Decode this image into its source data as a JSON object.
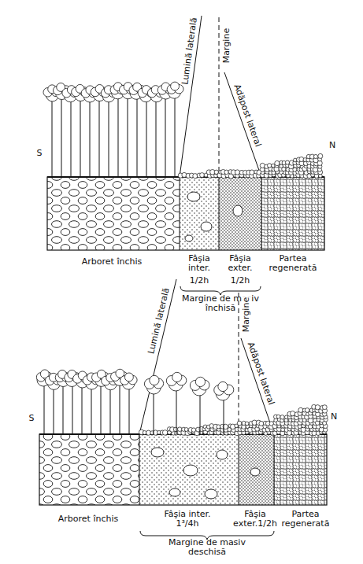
{
  "diagram": {
    "labels": [
      "Lumină laterală",
      "Margine",
      "Adăpost lateral",
      "S",
      "N",
      "Arboret închis",
      "Fâşia inter.",
      "Fâşia exter.",
      "1/2h",
      "1/2h",
      "Partea regenerată",
      "Margine de masiv închisă",
      "Lumină laterală",
      "Margine",
      "Adăpost lateral",
      "S",
      "N",
      "Arboret închis",
      "Fâşia inter. 1³/4h",
      "Fâşia exter.1/2h",
      "Partea regenerată",
      "Margine de masiv deschisă"
    ]
  }
}
